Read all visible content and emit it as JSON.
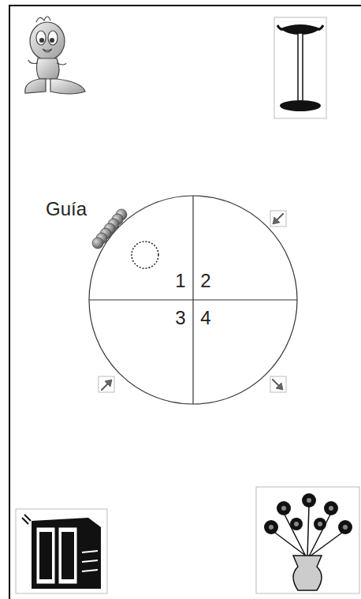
{
  "diagram": {
    "labels": [
      "Guía",
      "1",
      "2",
      "3",
      "4"
    ]
  }
}
